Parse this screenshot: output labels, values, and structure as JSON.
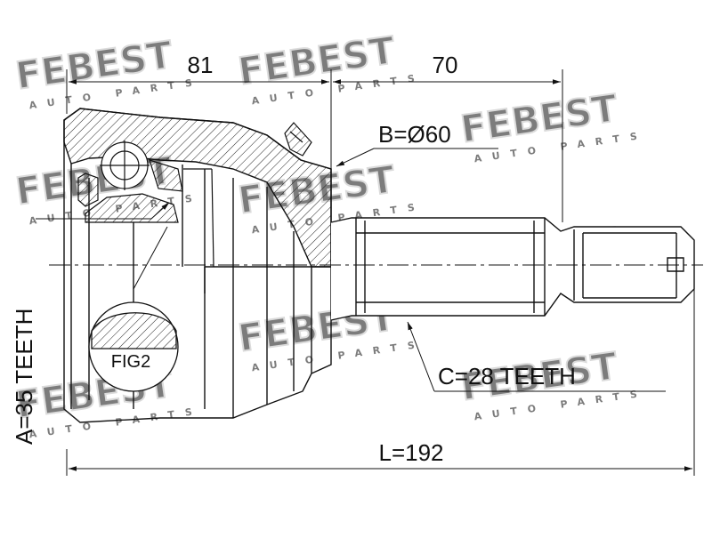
{
  "dimensions": {
    "length_outer_part": "81",
    "length_shaft": "70",
    "outer_diameter": "B=Ø60",
    "outer_teeth": "A=35 TEETH",
    "shaft_teeth": "C=28 TEETH",
    "total_length": "L=192"
  },
  "figure_label": "FIG2",
  "watermark": {
    "brand": "FEBEST",
    "subtitle": "AUTO PARTS"
  },
  "colors": {
    "line": "#111111",
    "watermark": "#c8c8c8"
  }
}
